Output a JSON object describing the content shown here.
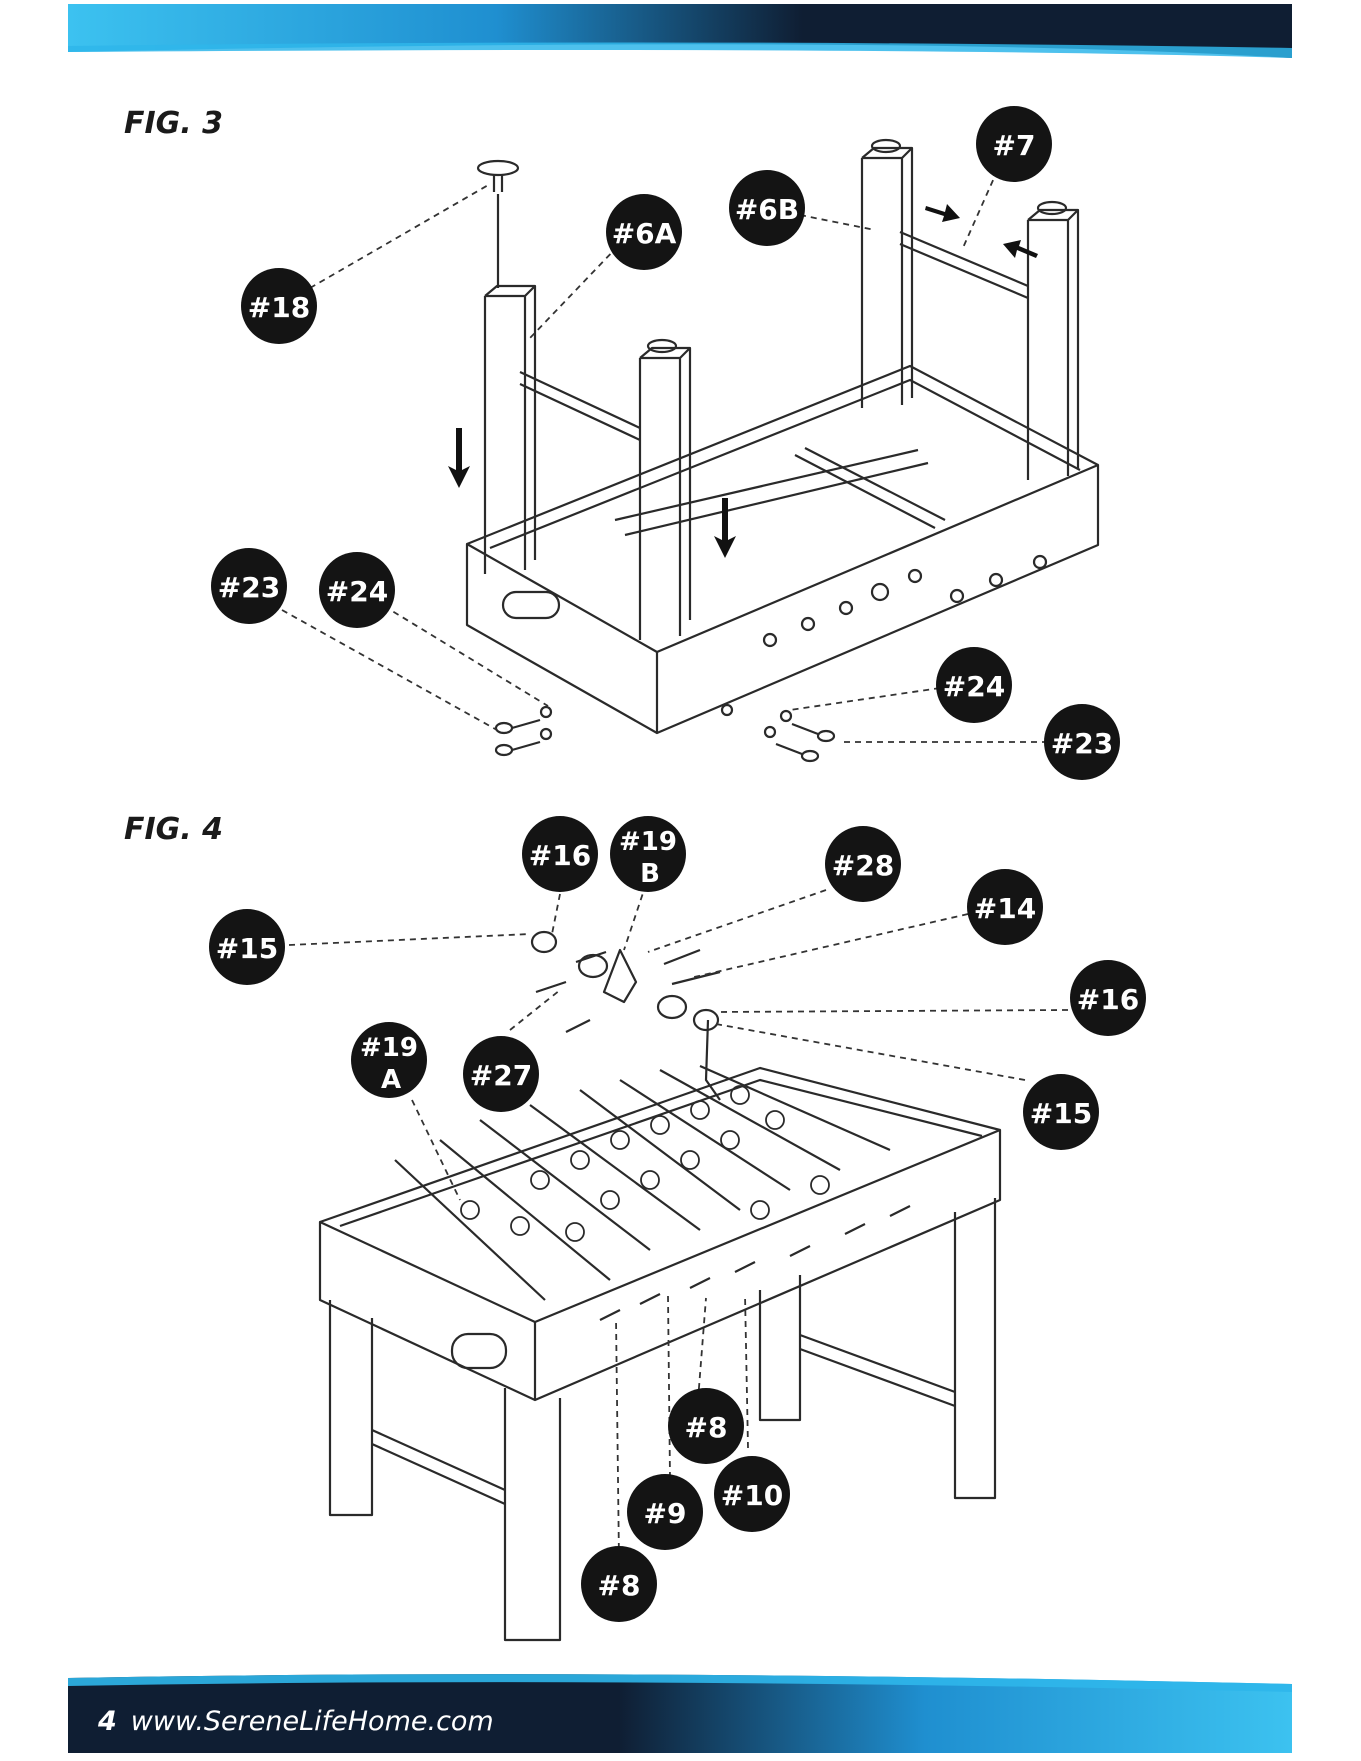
{
  "fig3": {
    "label": "FIG. 3",
    "callouts": [
      "#18",
      "#6A",
      "#6B",
      "#7",
      "#23",
      "#24",
      "#24",
      "#23"
    ]
  },
  "fig4": {
    "label": "FIG. 4",
    "callouts": [
      "#16",
      "#19",
      "B",
      "#28",
      "#14",
      "#15",
      "#16",
      "#19",
      "A",
      "#27",
      "#15",
      "#8",
      "#10",
      "#9",
      "#8"
    ]
  },
  "footer": {
    "page_number": "4",
    "url": "www.SereneLifeHome.com"
  },
  "colors": {
    "band_dark": "#0f1e33",
    "band_light": "#2fb6ea",
    "callout_fill": "#141414",
    "line": "#2a2a2a"
  }
}
